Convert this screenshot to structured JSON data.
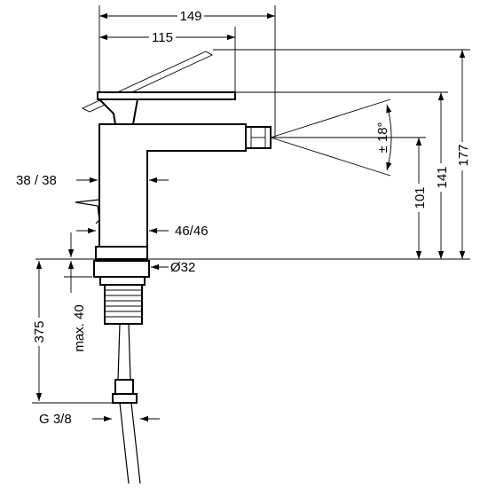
{
  "dimensions": {
    "width_overall": "149",
    "width_lever": "115",
    "height_top": "177",
    "height_lever": "141",
    "height_outlet": "101",
    "aerator_angle": "± 18°",
    "body_width_top": "38 / 38",
    "body_width_bottom": "46/46",
    "shank_diameter": "Ø32",
    "max_countertop": "max. 40",
    "hose_length": "375",
    "connection_thread": "G 3/8"
  }
}
